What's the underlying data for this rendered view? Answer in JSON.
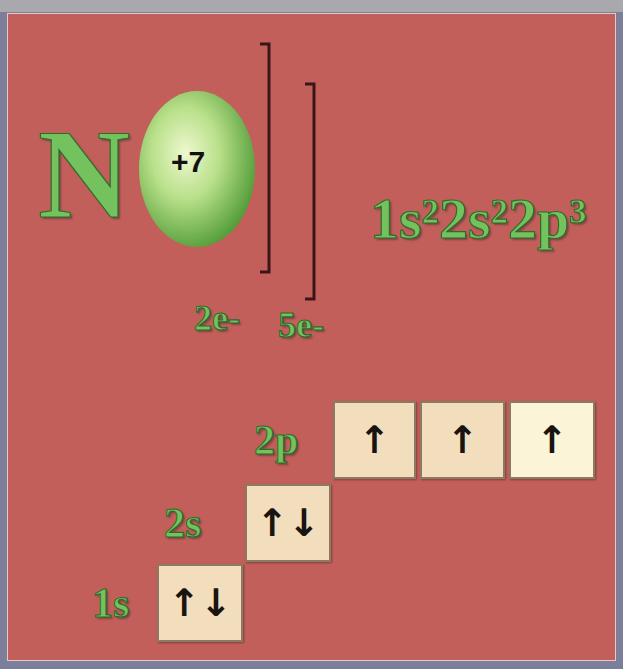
{
  "diagram": {
    "nodes": [
      {
        "text": [
          "+7"
        ]
      },
      {
        "text": [
          "↑"
        ]
      },
      {
        "text": [
          "↑"
        ]
      },
      {
        "text": [
          "↑"
        ]
      },
      {
        "text": [
          "↑↓"
        ]
      },
      {
        "text": [
          "↑↓"
        ]
      }
    ],
    "labels": [
      "N",
      "2e-",
      "5e-",
      "1s²2s²2p³",
      "2p",
      "2s",
      "1s"
    ]
  }
}
